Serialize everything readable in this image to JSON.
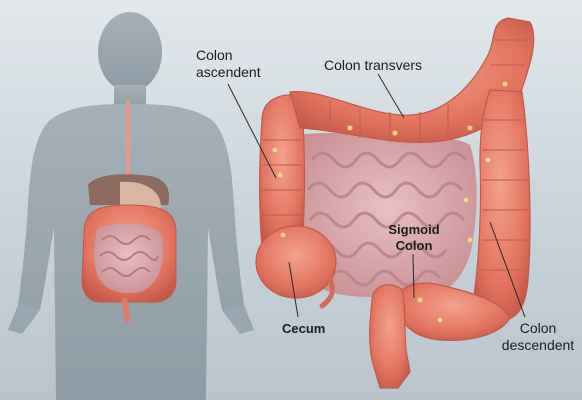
{
  "labels": {
    "colon_ascendent": [
      "Colon",
      "ascendent"
    ],
    "colon_transvers": "Colon transvers",
    "sigmoid_colon": [
      "Sigmoid",
      "Colon"
    ],
    "cecum": "Cecum",
    "colon_descendent": [
      "Colon",
      "descendent"
    ]
  },
  "colors": {
    "background": "#d3dbe1",
    "silhouette": "#9aa6af",
    "colon": "#e8836e",
    "colon_dark": "#c65b4a",
    "small_intestine": "#d8a7ac",
    "vessels": "#f1d88a",
    "leader_line": "#2a2a2a"
  }
}
